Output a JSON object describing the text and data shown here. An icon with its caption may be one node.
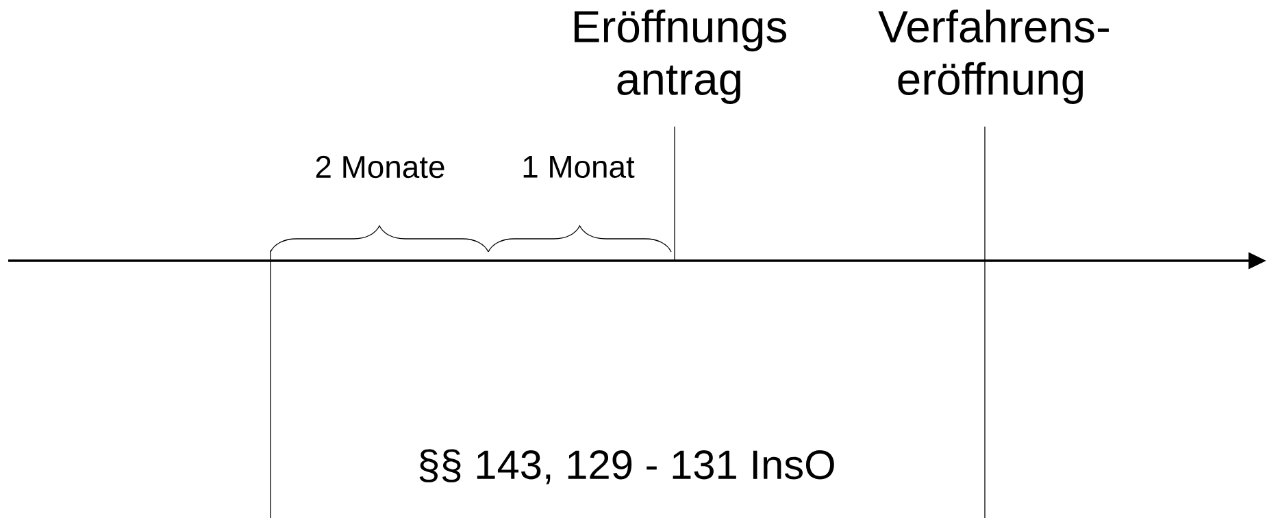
{
  "diagram": {
    "labels": [
      "Eröffnungs antrag",
      "Verfahrens- eröffnung",
      "2 Monate",
      "1 Monat",
      "§§ 143, 129 - 131 InsO"
    ]
  }
}
